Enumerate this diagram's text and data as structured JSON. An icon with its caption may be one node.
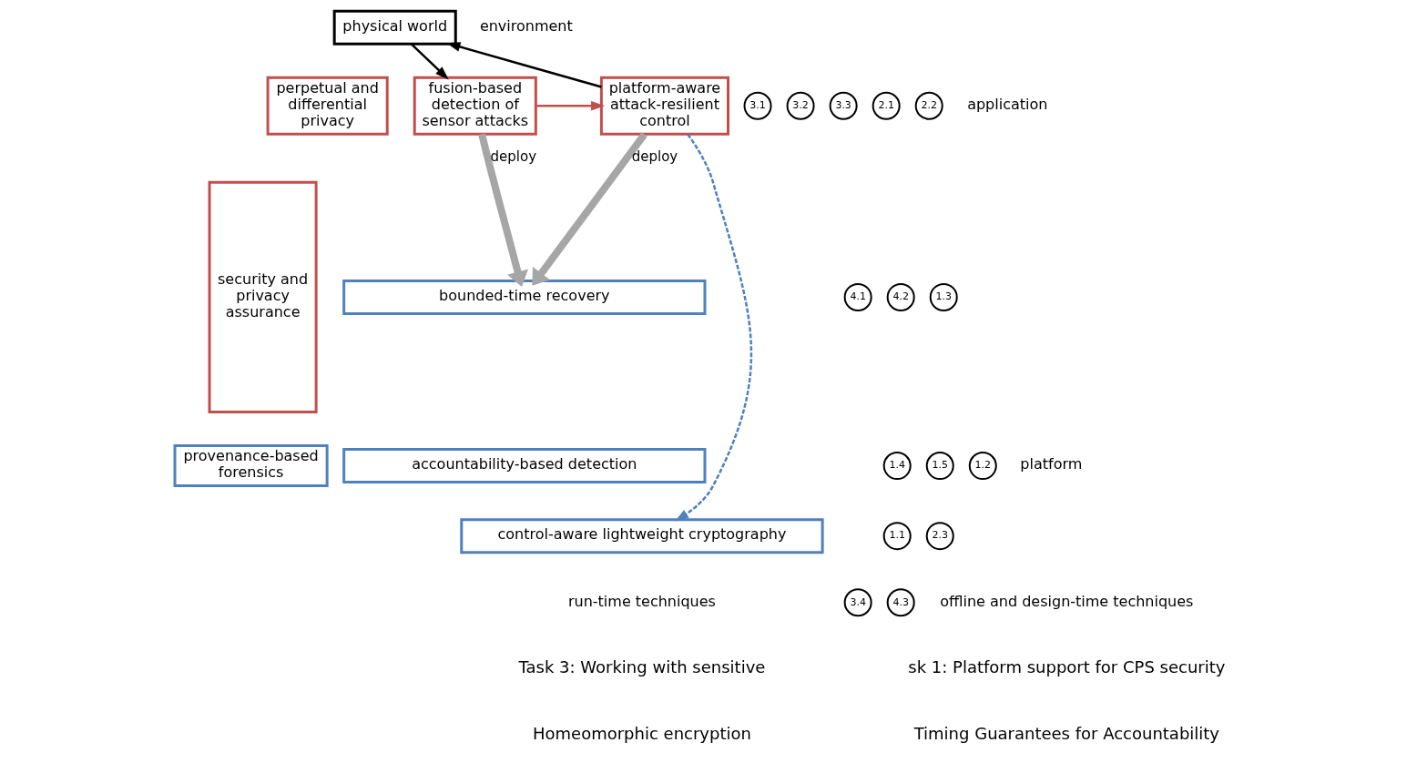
{
  "diagram": {
    "nodes": [
      {
        "text": [
          "physical world"
        ]
      },
      {
        "text": [
          "security and privacy assurance"
        ]
      },
      {
        "text": [
          "perpetual and differential privacy"
        ]
      },
      {
        "text": [
          "fusion-based detection of sensor attacks"
        ]
      },
      {
        "text": [
          "platform-aware attack-resilient control"
        ]
      },
      {
        "text": [
          "provenance-based forensics"
        ]
      },
      {
        "text": [
          "bounded-time recovery"
        ]
      },
      {
        "text": [
          "accountability-based detection"
        ]
      },
      {
        "text": [
          "control-aware lightweight cryptography"
        ]
      },
      {
        "text": [
          "4.1"
        ]
      },
      {
        "text": [
          "4.2"
        ]
      },
      {
        "text": [
          "3.4"
        ]
      },
      {
        "text": [
          "4.3"
        ]
      },
      {
        "text": [
          "3.1"
        ]
      },
      {
        "text": [
          "3.2"
        ]
      },
      {
        "text": [
          "3.3"
        ]
      },
      {
        "text": [
          "2.1"
        ]
      },
      {
        "text": [
          "2.2"
        ]
      },
      {
        "text": [
          "1.4"
        ]
      },
      {
        "text": [
          "1.5"
        ]
      },
      {
        "text": [
          "1.3"
        ]
      },
      {
        "text": [
          "1.2"
        ]
      },
      {
        "text": [
          "1.1"
        ]
      },
      {
        "text": [
          "2.3"
        ]
      }
    ],
    "edges": [
      {
        "from": 0,
        "to": 3,
        "arrow": "to"
      },
      {
        "from": 4,
        "to": 0,
        "arrow": "to"
      },
      {
        "from": 3,
        "to": 4,
        "arrow": "to",
        "color": "#c0504d"
      },
      {
        "from": 3,
        "to": 6,
        "arrow": "to",
        "label": "deploy",
        "style": "thick",
        "color": "#a6a6a6"
      },
      {
        "from": 4,
        "to": 6,
        "arrow": "to",
        "label": "deploy",
        "style": "thick",
        "color": "#a6a6a6"
      },
      {
        "from": 4,
        "to": 8,
        "arrow": "to",
        "style": "dashed",
        "color": "#4f81bd"
      }
    ],
    "labels": [
      "environment",
      "application",
      "platform",
      "offline and design-time techniques",
      "run-time techniques",
      "sk 1: Platform support for CPS security",
      "Timing Guarantees for Accountability",
      "Task 3: Working with sensitive",
      "Homeomorphic encryption"
    ]
  }
}
